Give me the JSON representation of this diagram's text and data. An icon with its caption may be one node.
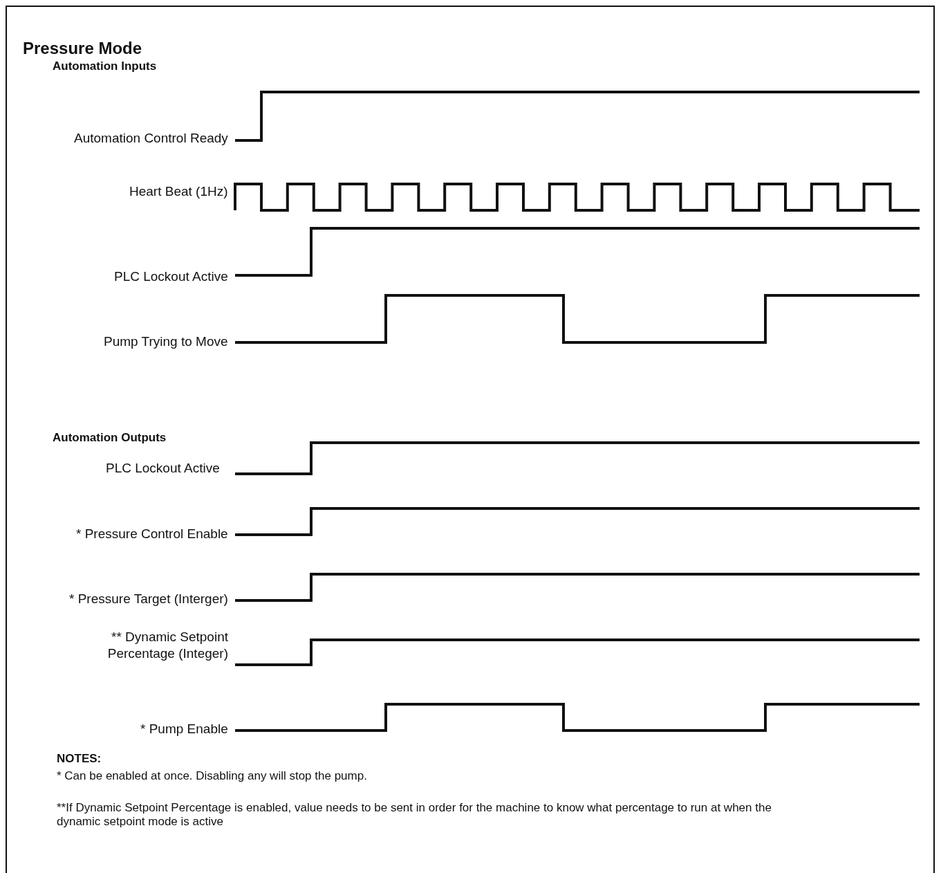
{
  "diagram": {
    "title": "Pressure Mode",
    "labels": [
      "Automation Inputs",
      "Automation Control Ready",
      "Heart Beat (1Hz)",
      "PLC Lockout Active",
      "Pump Trying to Move",
      "Automation Outputs",
      "PLC Lockout Active",
      "* Pressure Control Enable",
      "* Pressure Target (Interger)",
      "** Dynamic Setpoint Percentage (Integer)",
      "* Pump Enable",
      "NOTES:",
      "* Can be enabled at once. Disabling any will stop the pump.",
      "**If Dynamic Setpoint Percentage is enabled, value needs to be sent in order for the machine to know what percentage to run at when the dynamic setpoint mode is active"
    ]
  }
}
